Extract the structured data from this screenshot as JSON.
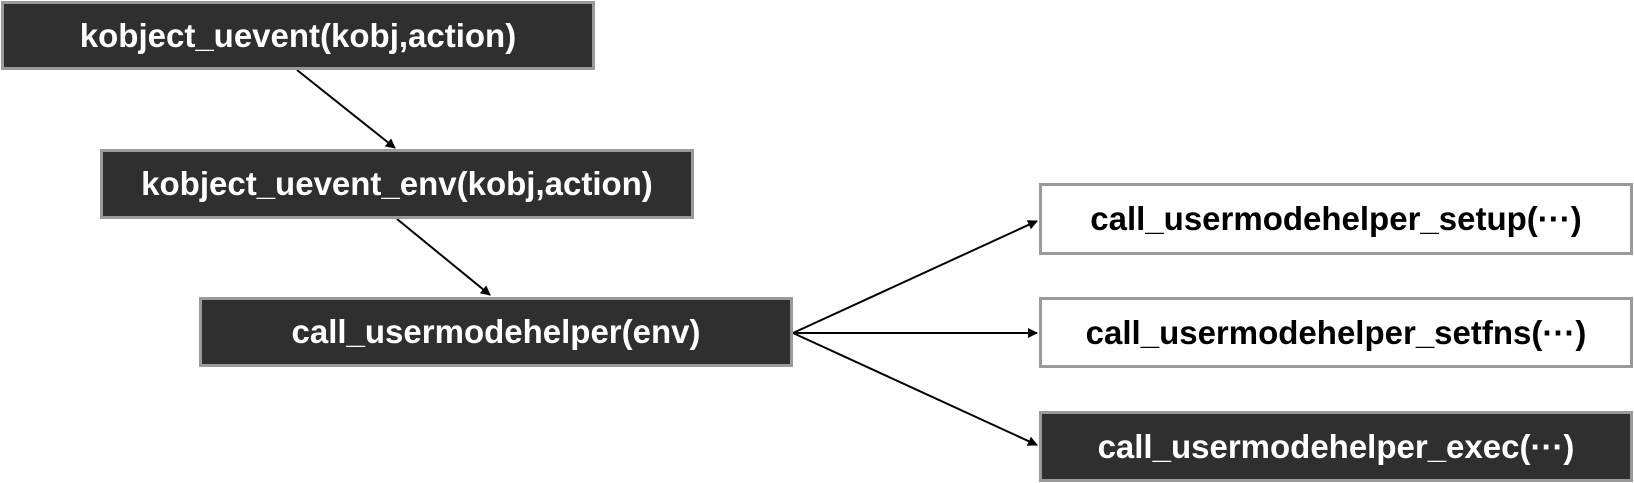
{
  "diagram": {
    "nodes": [
      {
        "id": "n1",
        "label": "kobject_uevent(kobj,action)",
        "style": "dark"
      },
      {
        "id": "n2",
        "label": "kobject_uevent_env(kobj,action)",
        "style": "dark"
      },
      {
        "id": "n3",
        "label": "call_usermodehelper(env)",
        "style": "dark"
      },
      {
        "id": "n4",
        "label": "call_usermodehelper_setup(···)",
        "style": "light"
      },
      {
        "id": "n5",
        "label": "call_usermodehelper_setfns(···)",
        "style": "light"
      },
      {
        "id": "n6",
        "label": "call_usermodehelper_exec(···)",
        "style": "dark"
      }
    ],
    "edges": [
      {
        "from": "n1",
        "to": "n2"
      },
      {
        "from": "n2",
        "to": "n3"
      },
      {
        "from": "n3",
        "to": "n4"
      },
      {
        "from": "n3",
        "to": "n5"
      },
      {
        "from": "n3",
        "to": "n6"
      }
    ],
    "colors": {
      "dark_fill": "#2f2f2f",
      "dark_text": "#ffffff",
      "light_fill": "#ffffff",
      "light_text": "#000000",
      "border": "#9a9a9a",
      "arrow": "#000000"
    }
  }
}
